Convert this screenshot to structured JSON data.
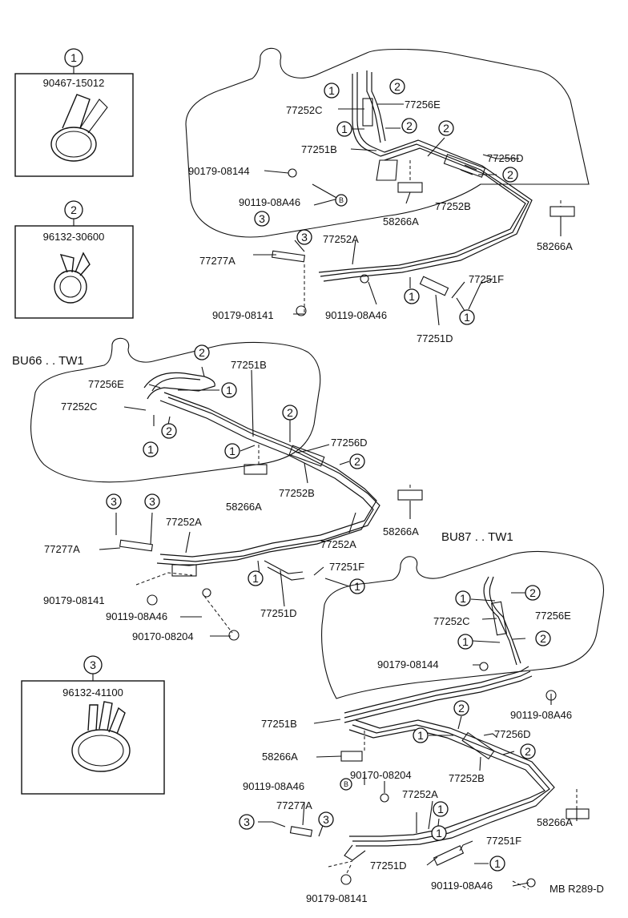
{
  "legend": {
    "clamp1": {
      "num": "1",
      "part": "90467-15012"
    },
    "clamp2": {
      "num": "2",
      "part": "96132-30600"
    },
    "clamp3": {
      "num": "3",
      "part": "96132-41100"
    }
  },
  "variants": {
    "mid": "BU66 . . TW1",
    "bottom": "BU87 . . TW1"
  },
  "symbols": {
    "one": "1",
    "two": "2",
    "three": "3",
    "b": "B"
  },
  "top": {
    "p77252C": "77252C",
    "p77256E": "77256E",
    "p77251B": "77251B",
    "p90179_08144": "90179-08144",
    "p90119_08A46": "90119-08A46",
    "p77256D": "77256D",
    "p77252B": "77252B",
    "p58266A_1": "58266A",
    "p58266A_2": "58266A",
    "p77252A": "77252A",
    "p77277A": "77277A",
    "p77251F": "77251F",
    "p90179_08141": "90179-08141",
    "p90119_08A46_2": "90119-08A46",
    "p77251D": "77251D"
  },
  "mid": {
    "p77256E": "77256E",
    "p77251B": "77251B",
    "p77252C": "77252C",
    "p77256D": "77256D",
    "p77252B": "77252B",
    "p58266A_1": "58266A",
    "p58266A_2": "58266A",
    "p77252A": "77252A",
    "p77252A_2": "77252A",
    "p77277A": "77277A",
    "p77251F": "77251F",
    "p90179_08141": "90179-08141",
    "p90119_08A46": "90119-08A46",
    "p77251D": "77251D",
    "p90170_08204": "90170-08204"
  },
  "bot": {
    "p77252C": "77252C",
    "p77256E": "77256E",
    "p90179_08144": "90179-08144",
    "p90119_08A46": "90119-08A46",
    "p77251B": "77251B",
    "p77256D": "77256D",
    "p58266A_1": "58266A",
    "p77252B": "77252B",
    "p90119_08A46_2": "90119-08A46",
    "p90170_08204": "90170-08204",
    "p77252A": "77252A",
    "p77277A": "77277A",
    "p77251F": "77251F",
    "p58266A_2": "58266A",
    "p77251D": "77251D",
    "p90179_08141": "90179-08141",
    "p90119_08A46_3": "90119-08A46"
  },
  "footer": {
    "ref": "MB R289-D"
  }
}
